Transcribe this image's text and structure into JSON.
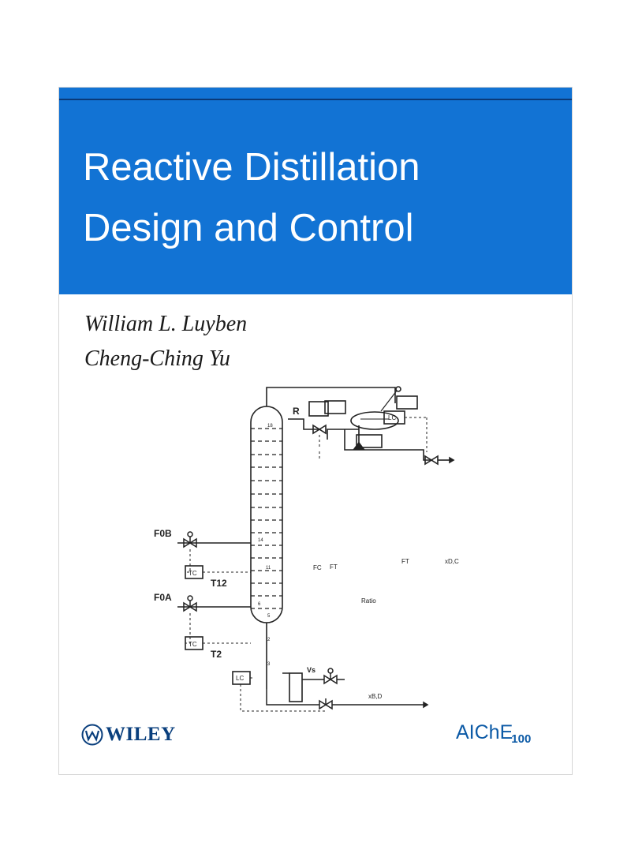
{
  "cover": {
    "title_line_1": "Reactive Distillation",
    "title_line_2": "Design and Control",
    "authors": [
      "William L. Luyben",
      "Cheng-Ching Yu"
    ]
  },
  "diagram": {
    "labels": {
      "feed_b": "F0B",
      "feed_a": "F0A",
      "reflux": "R",
      "temp_12": "T12",
      "temp_2": "T2",
      "vapor": "Vs",
      "distillate": "xD,C",
      "bottoms": "xB,D",
      "lc": "LC",
      "tc": "TC",
      "fc": "FC",
      "ft": "FT",
      "ratio": "Ratio"
    },
    "tray_numbers": [
      "18",
      "14",
      "11",
      "6",
      "5",
      "2",
      "3"
    ]
  },
  "publisher": {
    "name": "WILEY",
    "society": "AIChE",
    "society_number": "100"
  },
  "colors": {
    "banner": "#1273d4",
    "banner_rule": "#0a3a78",
    "publisher": "#0a3f7d",
    "society": "#0c5aa6"
  },
  "icons": [
    "wiley-logo-icon",
    "control-valve-icon"
  ]
}
